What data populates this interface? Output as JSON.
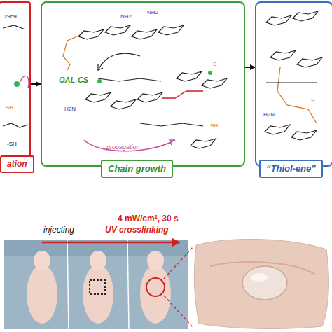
{
  "diagram": {
    "nodes": [
      {
        "text": [
          "2959",
          "-SH",
          "ation"
        ]
      },
      {
        "text": [
          "OAL-CS",
          "propagation",
          "Chain growth"
        ]
      },
      {
        "text": [
          "“Thiol-ene”"
        ]
      }
    ],
    "edges": [
      {
        "from": 0,
        "to": 1,
        "arrow": "to"
      },
      {
        "from": 1,
        "to": 2,
        "arrow": "to"
      }
    ],
    "labels": [
      "NH2",
      "NH2",
      "H2N",
      "H2N",
      "SH",
      "SH",
      "S",
      "S",
      "injecting",
      "4 mW/cm², 30 s",
      "UV crosslinking"
    ]
  }
}
